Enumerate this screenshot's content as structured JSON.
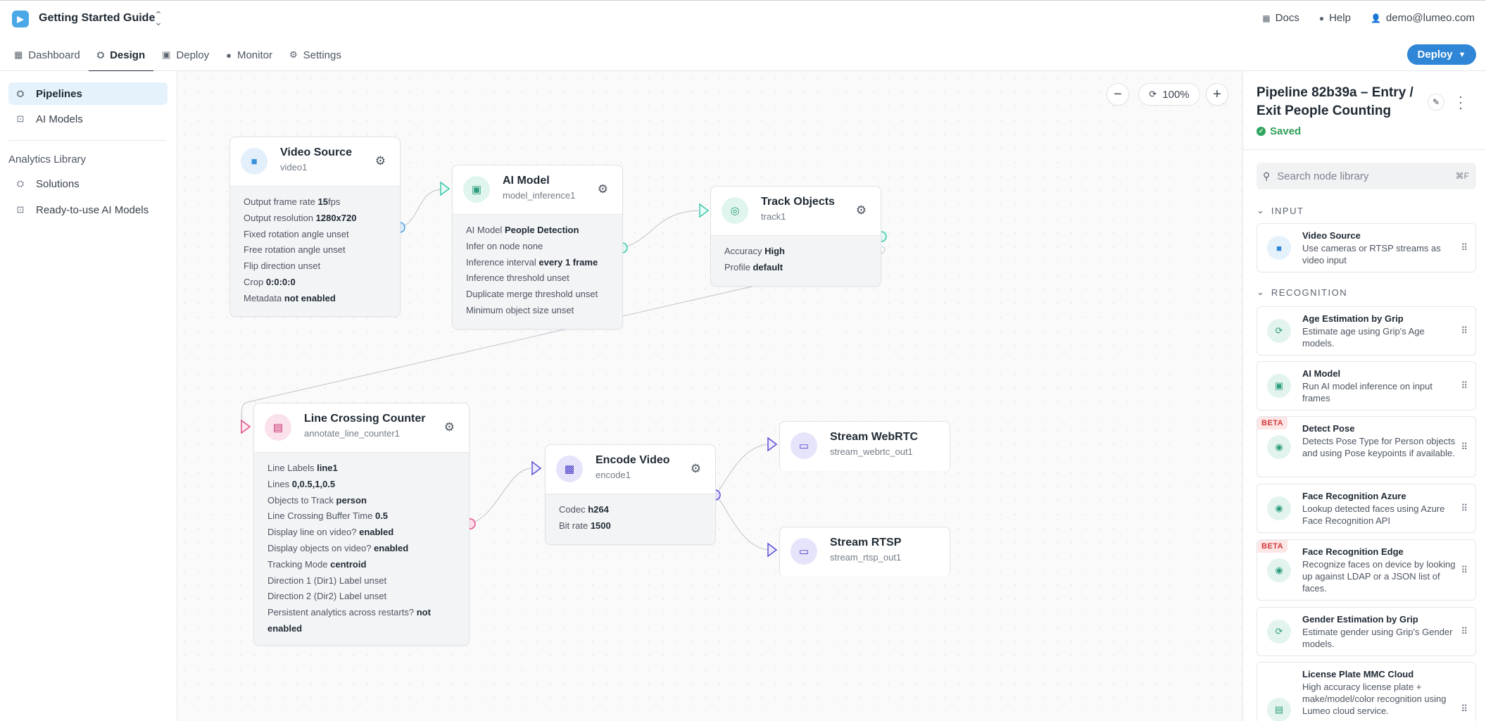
{
  "header": {
    "project_name": "Getting Started Guide",
    "links": [
      {
        "icon": "docs-icon",
        "label": "Docs"
      },
      {
        "icon": "help-icon",
        "label": "Help"
      },
      {
        "icon": "user-icon",
        "label": "demo@lumeo.com"
      }
    ],
    "tabs": [
      {
        "label": "Dashboard",
        "icon": "dashboard-icon"
      },
      {
        "label": "Design",
        "icon": "design-icon"
      },
      {
        "label": "Deploy",
        "icon": "deploy-icon"
      },
      {
        "label": "Monitor",
        "icon": "monitor-icon"
      },
      {
        "label": "Settings",
        "icon": "settings-icon"
      }
    ],
    "active_tab": "Design",
    "deploy_button": "Deploy"
  },
  "sidebar": {
    "items": [
      {
        "label": "Pipelines",
        "icon": "pipelines-icon"
      },
      {
        "label": "AI Models",
        "icon": "ai-models-icon"
      }
    ],
    "library_heading": "Analytics Library",
    "library_items": [
      {
        "label": "Solutions",
        "icon": "solutions-icon"
      },
      {
        "label": "Ready-to-use AI Models",
        "icon": "ai-models-icon"
      }
    ]
  },
  "canvas": {
    "zoom": "100%",
    "nodes": {
      "video_source": {
        "title": "Video Source",
        "id": "video1",
        "props": [
          {
            "k": "Output frame rate",
            "v": "15",
            "suffix": "fps"
          },
          {
            "k": "Output resolution",
            "v": "1280x720"
          },
          {
            "k": "Fixed rotation angle",
            "plain": "unset"
          },
          {
            "k": "Free rotation angle",
            "plain": "unset"
          },
          {
            "k": "Flip direction",
            "plain": "unset"
          },
          {
            "k": "Crop",
            "v": "0:0:0:0"
          },
          {
            "k": "Metadata",
            "v": "not enabled"
          }
        ]
      },
      "ai_model": {
        "title": "AI Model",
        "id": "model_inference1",
        "props": [
          {
            "k": "AI Model",
            "v": "People Detection"
          },
          {
            "k": "Infer on node",
            "plain": "none"
          },
          {
            "k": "Inference interval",
            "v": "every 1 frame"
          },
          {
            "k": "Inference threshold",
            "plain": "unset"
          },
          {
            "k": "Duplicate merge threshold",
            "plain": "unset"
          },
          {
            "k": "Minimum object size",
            "plain": "unset"
          }
        ]
      },
      "track_objects": {
        "title": "Track Objects",
        "id": "track1",
        "props": [
          {
            "k": "Accuracy",
            "v": "High"
          },
          {
            "k": "Profile",
            "v": "default"
          }
        ]
      },
      "line_counter": {
        "title": "Line Crossing Counter",
        "id": "annotate_line_counter1",
        "props": [
          {
            "k": "Line Labels",
            "v": "line1"
          },
          {
            "k": "Lines",
            "v": "0,0.5,1,0.5"
          },
          {
            "k": "Objects to Track",
            "v": "person"
          },
          {
            "k": "Line Crossing Buffer Time",
            "v": "0.5"
          },
          {
            "k": "Display line on video?",
            "v": "enabled"
          },
          {
            "k": "Display objects on video?",
            "v": "enabled"
          },
          {
            "k": "Tracking Mode",
            "v": "centroid"
          },
          {
            "k": "Direction 1 (Dir1) Label",
            "plain": "unset"
          },
          {
            "k": "Direction 2 (Dir2) Label",
            "plain": "unset"
          },
          {
            "k": "Persistent analytics across restarts?",
            "v": "not enabled"
          }
        ]
      },
      "encode_video": {
        "title": "Encode Video",
        "id": "encode1",
        "props": [
          {
            "k": "Codec",
            "v": "h264"
          },
          {
            "k": "Bit rate",
            "v": "1500"
          }
        ]
      },
      "stream_webrtc": {
        "title": "Stream WebRTC",
        "id": "stream_webrtc_out1"
      },
      "stream_rtsp": {
        "title": "Stream RTSP",
        "id": "stream_rtsp_out1"
      }
    }
  },
  "panel": {
    "pipeline_title": "Pipeline 82b39a – Entry / Exit People Counting",
    "status": "Saved",
    "search_placeholder": "Search node library",
    "search_shortcut": "⌘F",
    "sections": [
      {
        "name": "INPUT",
        "cards": [
          {
            "title": "Video Source",
            "desc": "Use cameras or RTSP streams as video input",
            "icon": "camera-icon",
            "color": "#2f86d6",
            "bg": "#e5f1fb"
          }
        ]
      },
      {
        "name": "RECOGNITION",
        "cards": [
          {
            "title": "Age Estimation by Grip",
            "desc": "Estimate age using Grip's Age models.",
            "icon": "refresh-icon",
            "color": "#2f9e7e",
            "bg": "#e3f4ef"
          },
          {
            "title": "AI Model",
            "desc": "Run AI model inference on input frames",
            "icon": "image-icon",
            "color": "#2f9e7e",
            "bg": "#e3f4ef"
          },
          {
            "title": "Detect Pose",
            "desc": "Detects Pose Type for Person objects and using Pose keypoints if available.",
            "icon": "eye-icon",
            "color": "#2f9e7e",
            "bg": "#e3f4ef",
            "badge": "BETA"
          },
          {
            "title": "Face Recognition Azure",
            "desc": "Lookup detected faces using Azure Face Recognition API",
            "icon": "eye-icon",
            "color": "#2f9e7e",
            "bg": "#e3f4ef"
          },
          {
            "title": "Face Recognition Edge",
            "desc": "Recognize faces on device by looking up against LDAP or a JSON list of faces.",
            "icon": "eye-icon",
            "color": "#2f9e7e",
            "bg": "#e3f4ef",
            "badge": "BETA"
          },
          {
            "title": "Gender Estimation by Grip",
            "desc": "Estimate gender using Grip's Gender models.",
            "icon": "refresh-icon",
            "color": "#2f9e7e",
            "bg": "#e3f4ef"
          },
          {
            "title": "License Plate MMC Cloud",
            "desc": "High accuracy license plate + make/model/color recognition using Lumeo cloud service.",
            "icon": "clipboard-icon",
            "color": "#2f9e7e",
            "bg": "#e3f4ef"
          }
        ]
      }
    ]
  }
}
